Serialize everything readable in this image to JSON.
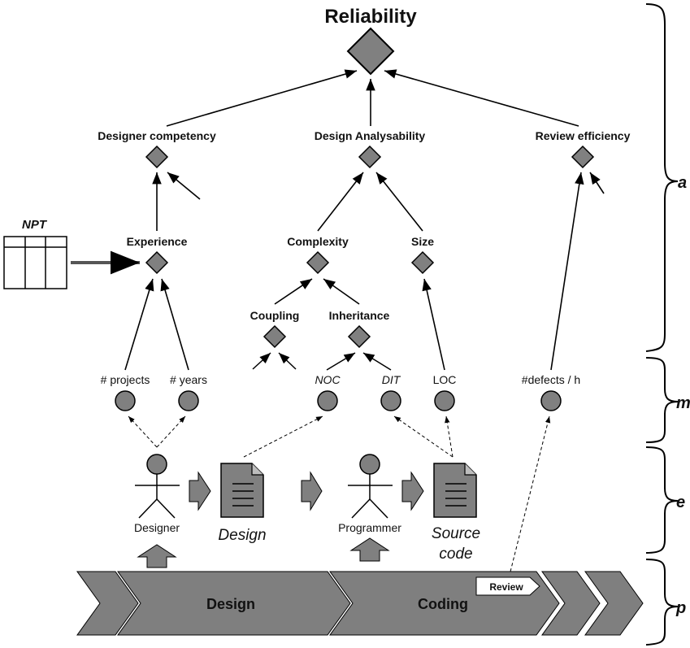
{
  "title": "Reliability",
  "attributes": {
    "designer_competency": "Designer competency",
    "design_analysability": "Design Analysability",
    "review_efficiency": "Review efficiency",
    "experience": "Experience",
    "complexity": "Complexity",
    "size": "Size",
    "coupling": "Coupling",
    "inheritance": "Inheritance"
  },
  "npt_label": "NPT",
  "measures": {
    "projects": "# projects",
    "years": "# years",
    "noc": "NOC",
    "dit": "DIT",
    "loc": "LOC",
    "defects": "#defects / h"
  },
  "entities": {
    "designer": "Designer",
    "design": "Design",
    "programmer": "Programmer",
    "source_code_line1": "Source",
    "source_code_line2": "code"
  },
  "phases": {
    "design": "Design",
    "coding": "Coding",
    "review": "Review"
  },
  "brace_labels": {
    "attributes": "a",
    "measures": "m",
    "entities": "e",
    "phases": "p"
  },
  "colors": {
    "node_fill": "#808080",
    "phase_fill": "#7f7f7f",
    "stroke": "#000000"
  }
}
